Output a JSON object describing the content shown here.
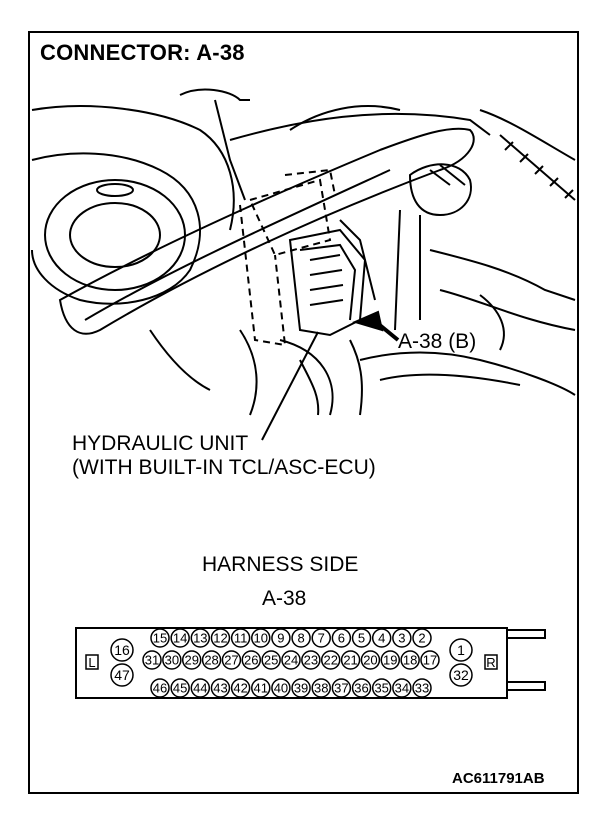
{
  "title": "CONNECTOR: A-38",
  "component_label_line1": "HYDRAULIC UNIT",
  "component_label_line2": "(WITH BUILT-IN TCL/ASC-ECU)",
  "connector_callout": "A-38 (B)",
  "harness_title": "HARNESS SIDE",
  "connector_id": "A-38",
  "side_left": "L",
  "side_right": "R",
  "left_pins": [
    "16",
    "47"
  ],
  "right_pins": [
    "1",
    "32"
  ],
  "row_top": [
    "15",
    "14",
    "13",
    "12",
    "11",
    "10",
    "9",
    "8",
    "7",
    "6",
    "5",
    "4",
    "3",
    "2"
  ],
  "row_mid": [
    "31",
    "30",
    "29",
    "28",
    "27",
    "26",
    "25",
    "24",
    "23",
    "22",
    "21",
    "20",
    "19",
    "18",
    "17"
  ],
  "row_bot": [
    "46",
    "45",
    "44",
    "43",
    "42",
    "41",
    "40",
    "39",
    "38",
    "37",
    "36",
    "35",
    "34",
    "33"
  ],
  "reference_code": "AC611791AB"
}
